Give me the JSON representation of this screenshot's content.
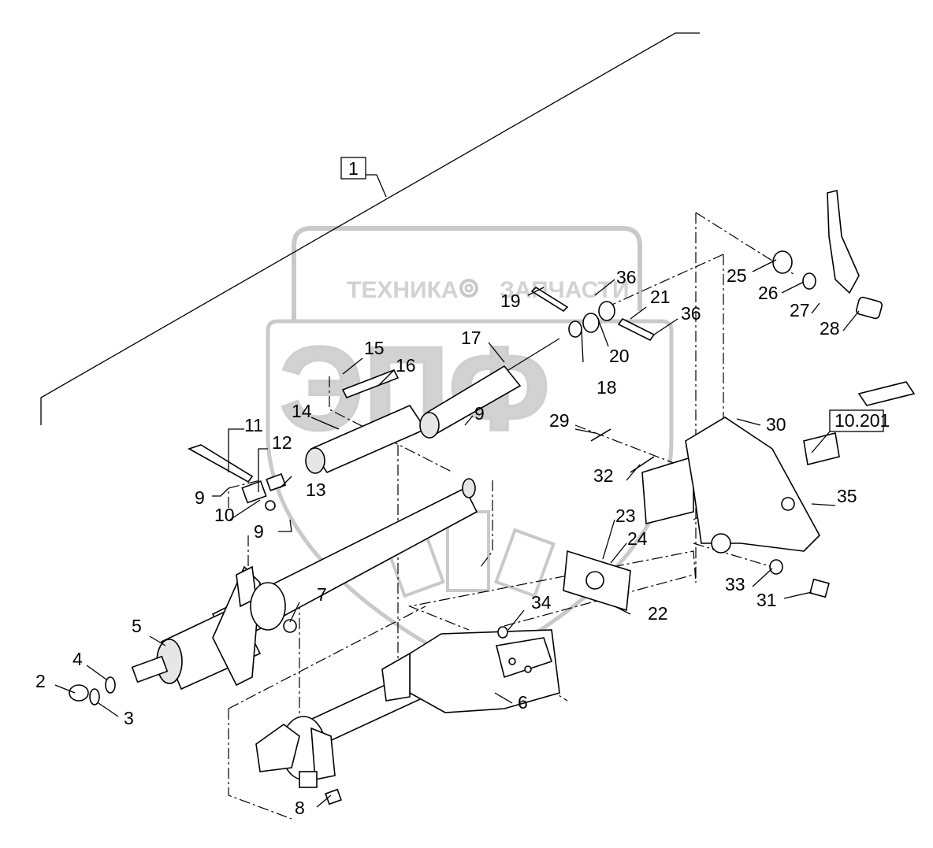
{
  "watermark": {
    "word_left": "ТЕХНИКА",
    "word_right": "ЗАПЧАСТИ",
    "logo_letters": "ЭПФ"
  },
  "boxed_labels": {
    "assembly": "1",
    "reference": "10.201"
  },
  "callouts": [
    "2",
    "3",
    "4",
    "5",
    "6",
    "7",
    "8",
    "9",
    "9",
    "9",
    "10",
    "11",
    "12",
    "13",
    "14",
    "15",
    "16",
    "17",
    "18",
    "19",
    "20",
    "21",
    "22",
    "23",
    "24",
    "25",
    "26",
    "27",
    "28",
    "29",
    "30",
    "31",
    "32",
    "33",
    "34",
    "35",
    "36",
    "36"
  ]
}
